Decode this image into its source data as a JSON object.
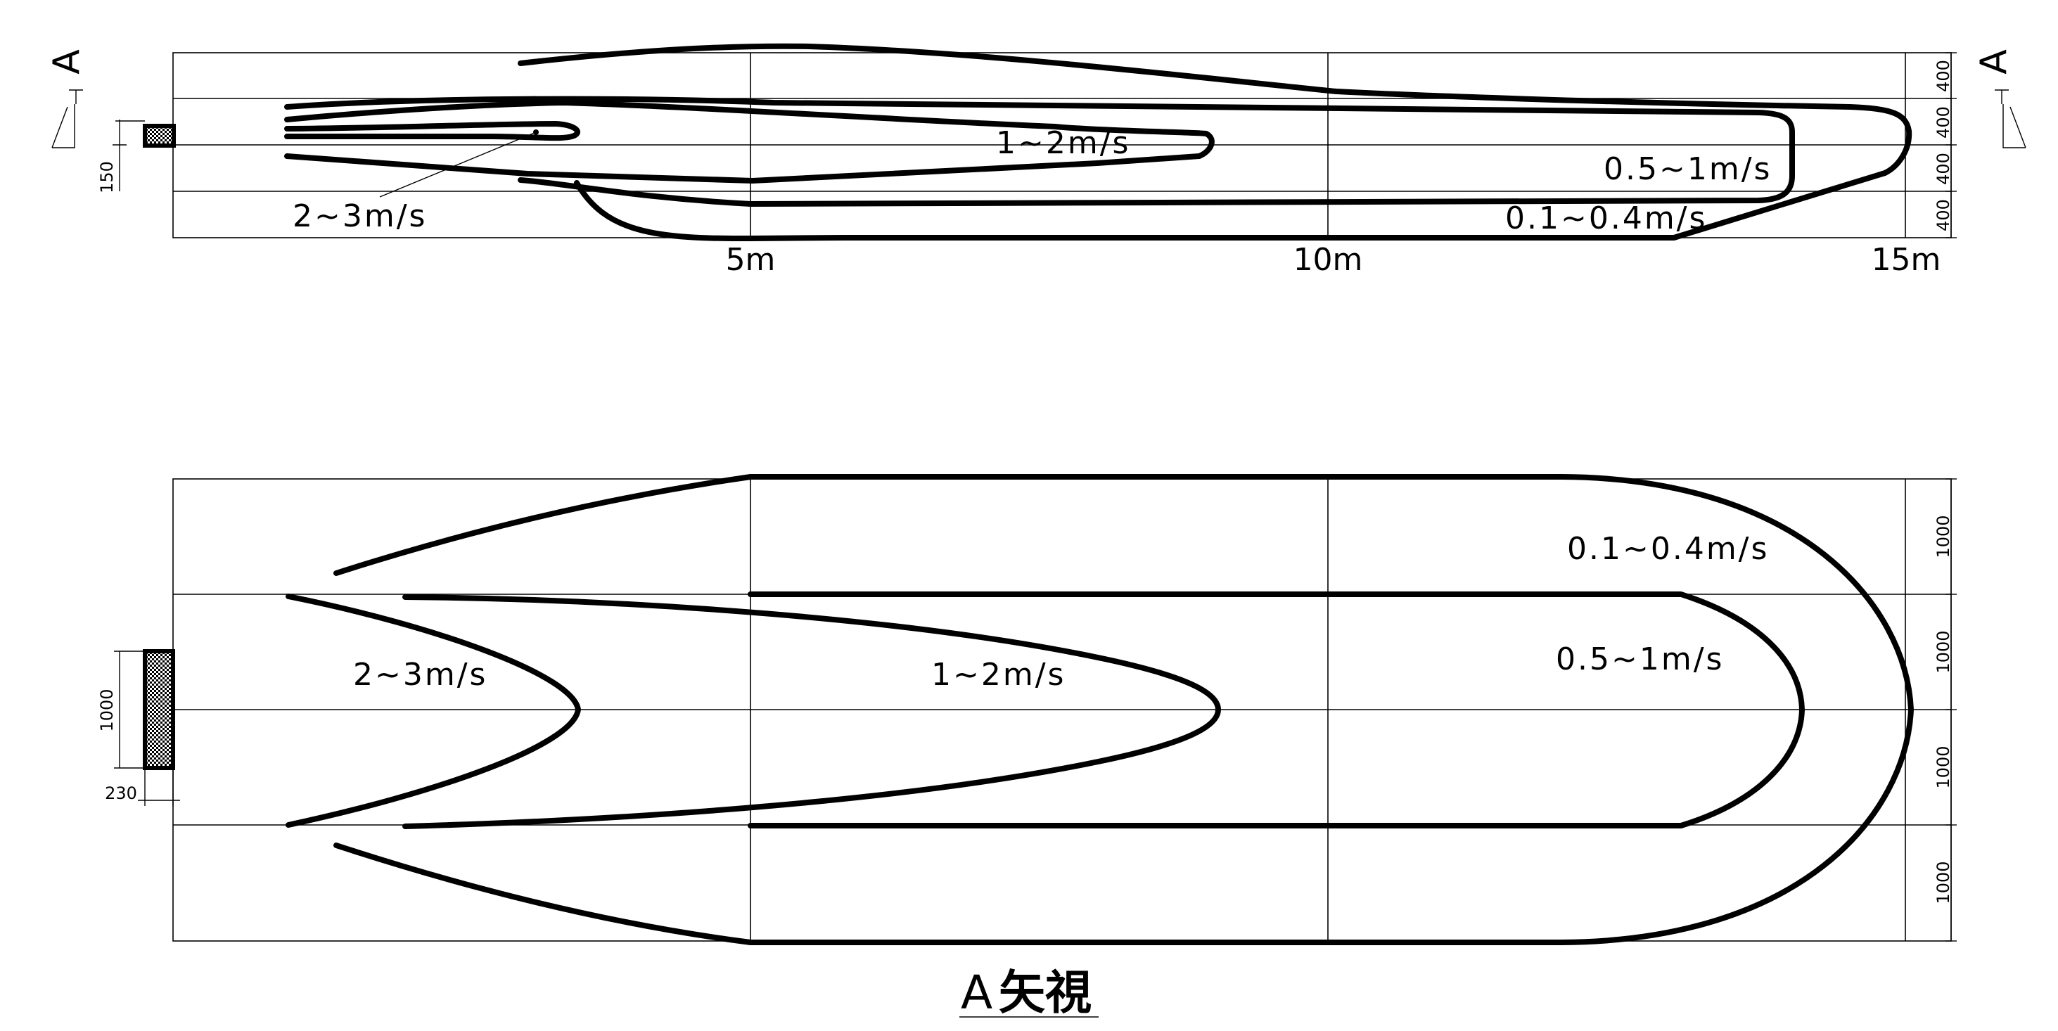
{
  "section_marker": "A",
  "top_view": {
    "distance_labels": [
      "5m",
      "10m",
      "15m"
    ],
    "velocity_labels": [
      "2~3m/s",
      "1~2m/s",
      "0.5~1m/s",
      "0.1~0.4m/s"
    ],
    "band_dims": [
      "400",
      "400",
      "400",
      "400"
    ],
    "height_dim": "150"
  },
  "side_view": {
    "velocity_labels": [
      "0.1~0.4m/s",
      "0.5~1m/s",
      "2~3m/s",
      "1~2m/s"
    ],
    "band_dims": [
      "1000",
      "1000",
      "1000",
      "1000"
    ],
    "outlet_height_dim": "1000",
    "outlet_width_dim": "230",
    "caption_letter": "A",
    "caption_text": "矢視"
  }
}
